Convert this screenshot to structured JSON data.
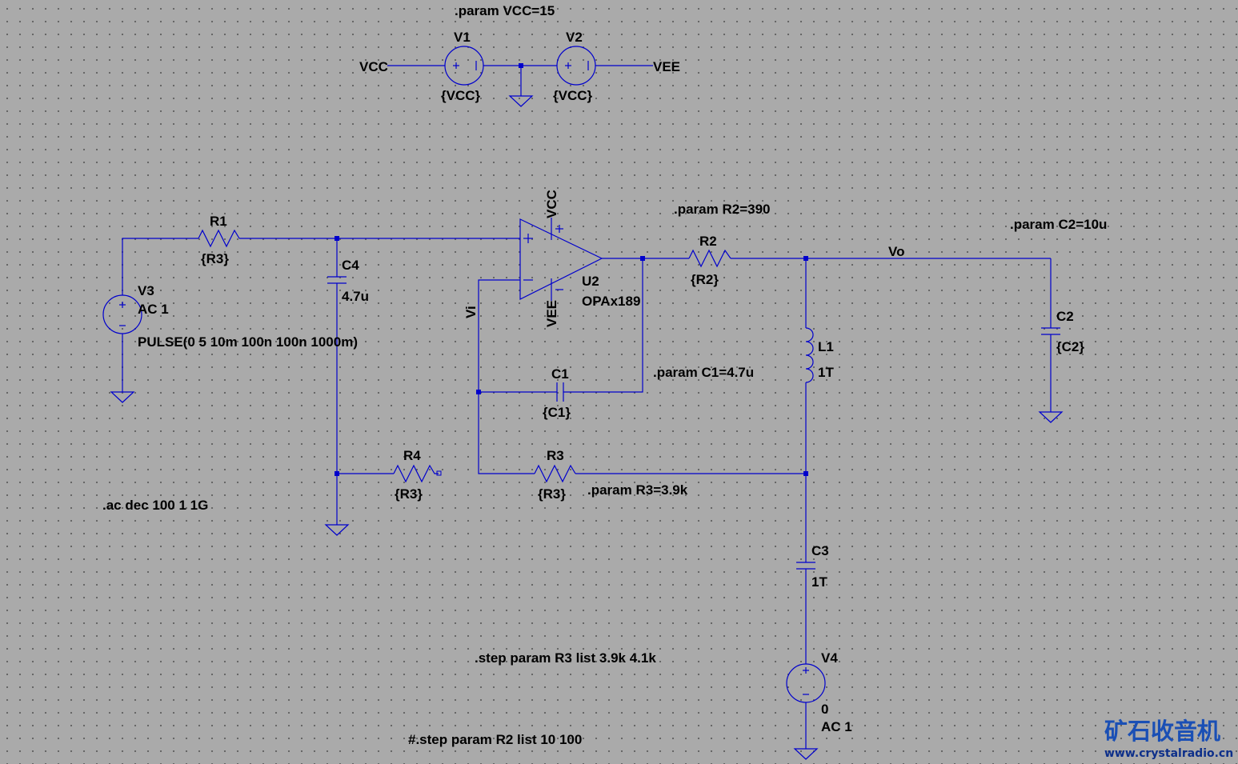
{
  "colors": {
    "background": "#aaaaaa",
    "wire": "#0000cc",
    "text": "#000000",
    "watermark": "#1a4fb5"
  },
  "labels": {
    "param_vcc": ".param VCC=15",
    "v1_name": "V1",
    "v1_value": "{VCC}",
    "v2_name": "V2",
    "v2_value": "{VCC}",
    "net_vcc": "VCC",
    "net_vee": "VEE",
    "u2_vcc": "VCC",
    "u2_vee": "VEE",
    "u2_name": "U2",
    "u2_model": "OPAx189",
    "r1_name": "R1",
    "r1_value": "{R3}",
    "c4_name": "C4",
    "c4_value": "4.7u",
    "v3_name": "V3",
    "v3_ac": "AC 1",
    "v3_pulse": "PULSE(0 5 10m 100n 100n 1000m)",
    "net_vi": "Vi",
    "param_r2": ".param R2=390",
    "r2_name": "R2",
    "r2_value": "{R2}",
    "net_vo": "Vo",
    "param_c2": ".param C2=10u",
    "c2_name": "C2",
    "c2_value": "{C2}",
    "l1_name": "L1",
    "l1_value": "1T",
    "c1_name": "C1",
    "c1_value": "{C1}",
    "param_c1": ".param C1=4.7u",
    "r3_name": "R3",
    "r3_value": "{R3}",
    "param_r3": ".param R3=3.9k",
    "r4_name": "R4",
    "r4_value": "{R3}",
    "ac_cmd": ".ac dec 100 1 1G",
    "c3_name": "C3",
    "c3_value": "1T",
    "v4_name": "V4",
    "v4_dc": "0",
    "v4_ac": "AC 1",
    "step_r3": ".step param R3 list 3.9k 4.1k",
    "step_r2": "#.step param R2 list 10 100"
  },
  "watermark": {
    "cn": "矿石收音机",
    "url": "www.crystalradio.cn"
  }
}
